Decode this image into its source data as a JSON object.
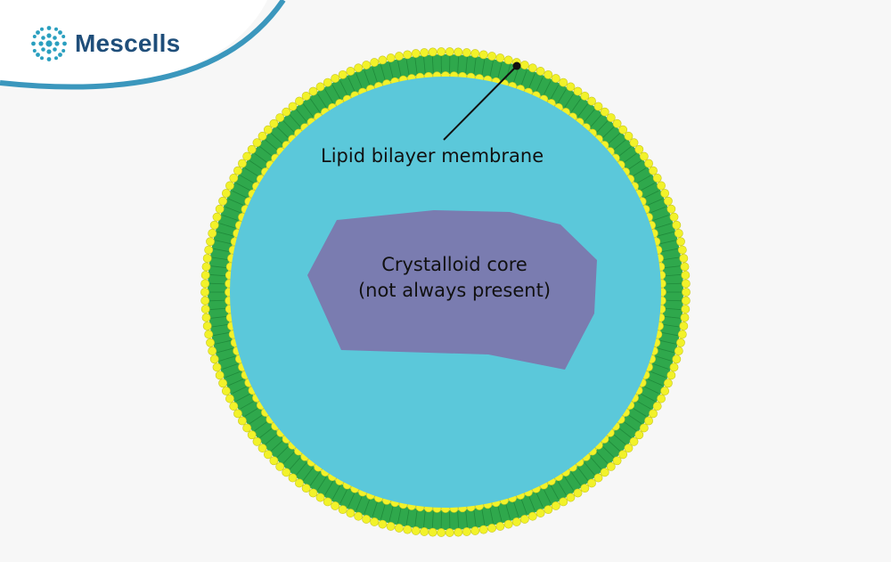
{
  "brand": {
    "name": "Mescells",
    "icon": "cell-cluster-icon",
    "color": "#1f4e7a",
    "accent": "#2a9fbf"
  },
  "diagram": {
    "labels": {
      "membrane": "Lipid bilayer membrane",
      "core_line1": "Crystalloid core",
      "core_line2": "(not always present)"
    },
    "colors": {
      "background": "#f7f7f7",
      "header_curve": "#3b97bd",
      "lipid_head": "#f2f22a",
      "lipid_tail": "#2fa84c",
      "matrix": "#5bc8da",
      "core": "#7a7cb0"
    }
  }
}
